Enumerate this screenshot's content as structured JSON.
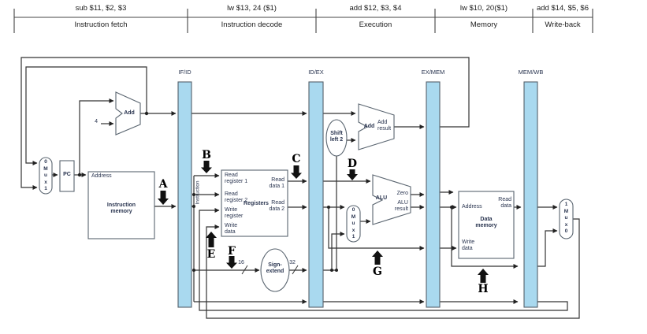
{
  "stage_table": {
    "columns": [
      {
        "instruction": "sub $11, $2, $3",
        "stage": "Instruction fetch"
      },
      {
        "instruction": "lw $13, 24 ($1)",
        "stage": "Instruction decode"
      },
      {
        "instruction": "add $12, $3, $4",
        "stage": "Execution"
      },
      {
        "instruction": "lw $10, 20($1)",
        "stage": "Memory"
      },
      {
        "instruction": "add $14, $5, $6",
        "stage": "Write-back"
      }
    ]
  },
  "pipeline_registers": {
    "if_id": "IF/ID",
    "id_ex": "ID/EX",
    "ex_mem": "EX/MEM",
    "mem_wb": "MEM/WB"
  },
  "fetch": {
    "pc": "PC",
    "pc_mux": "0\nM\nu\nx\n1",
    "add": "Add",
    "four": "4",
    "instruction_memory": {
      "address": "Address",
      "title": "Instruction\nmemory"
    }
  },
  "decode": {
    "instruction_bus": "Instruction",
    "registers": {
      "read_register_1": "Read\nregister 1",
      "read_register_2": "Read\nregister 2",
      "title": "Registers",
      "write_register": "Write\nregister",
      "write_data": "Write\ndata",
      "read_data_1": "Read\ndata 1",
      "read_data_2": "Read\ndata 2"
    },
    "sign_extend": "Sign-\nextend",
    "bit_16": "16",
    "bit_32": "32"
  },
  "execute": {
    "shift_left_2": "Shift\nleft 2",
    "add": "Add",
    "add_result": "Add\nresult",
    "alu": "ALU",
    "zero": "Zero",
    "alu_result": "ALU\nresult",
    "alu_src_mux": "0\nM\nu\nx\n1"
  },
  "memory": {
    "data_memory": {
      "address": "Address",
      "read_data": "Read\ndata",
      "title": "Data\nmemory",
      "write_data": "Write\ndata"
    }
  },
  "writeback": {
    "wb_mux": "1\nM\nu\nx\n0"
  },
  "point_labels": {
    "a": "A",
    "b": "B",
    "c": "C",
    "d": "D",
    "e": "E",
    "f": "F",
    "g": "G",
    "h": "H"
  },
  "colors": {
    "pipeline_register_fill": "#a9d9ef",
    "pipeline_register_border": "#55606a",
    "wire": "#333333",
    "label_text": "#2a3550",
    "point_arrow": "#111111"
  }
}
